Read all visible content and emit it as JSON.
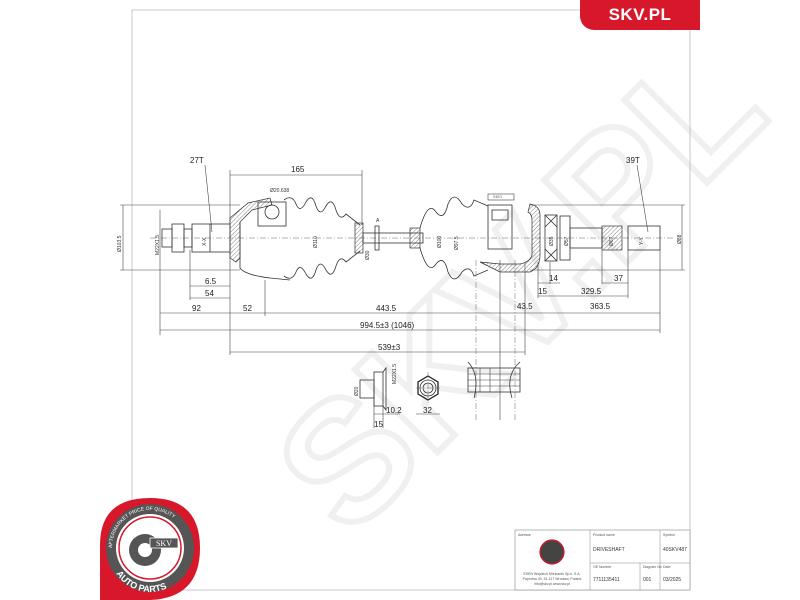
{
  "brand_badge": "SKV.PL",
  "logo": {
    "ring_text_top": "AFTERMARKET PRICE OF QUALITY",
    "ring_text_bottom": "AUTO PARTS",
    "center": "SKV",
    "colors": {
      "red": "#d7182a",
      "dark": "#444444"
    }
  },
  "watermark": "SKV.PL",
  "drawing": {
    "left_teeth": "27T",
    "right_teeth": "39T",
    "labels": {
      "d165": "165",
      "d20638": "Ø20.638",
      "d1035": "Ø103.5",
      "m22": "M22X1.5",
      "xx": "X-X",
      "d65": "6.5",
      "d54": "54",
      "d92": "92",
      "d52": "52",
      "d4435": "443.5",
      "d9945": "994.5±3   (1046)",
      "d539": "539±3",
      "d30": "Ø30",
      "d110": "Ø110",
      "d100": "Ø100",
      "d975": "Ø97.5",
      "s40": "S40/1",
      "d35": "Ø35",
      "d57": "Ø57",
      "d67": "Ø67",
      "yy": "Y-Y",
      "d88": "Ø88",
      "d14": "14",
      "d37": "37",
      "d15": "15",
      "d3295": "329.5",
      "d435": "43.5",
      "d3635": "363.5",
      "a": "A",
      "nut_d20": "Ø20",
      "nut_m22": "M22X1.5",
      "nut_102": "10.2",
      "nut_15": "15",
      "nut_32": "32"
    }
  },
  "title_block": {
    "address_label": "Adresse",
    "address_lines": [
      "ESEN Wojciech Mielcarek Sp.k. S.A.",
      "Paprotna 40, 51-117 Wrocław, Poland",
      "info@skv.pl www.skv.pl"
    ],
    "product_label": "Product name",
    "product": "DRIVESHAFT",
    "symbol_label": "Symbol",
    "symbol": "40SKV487",
    "oe_label": "OE Number",
    "oe": "7711135411",
    "diagram_label": "Diagram No",
    "diagram": "001",
    "date_label": "Date",
    "date": "03/2025"
  }
}
